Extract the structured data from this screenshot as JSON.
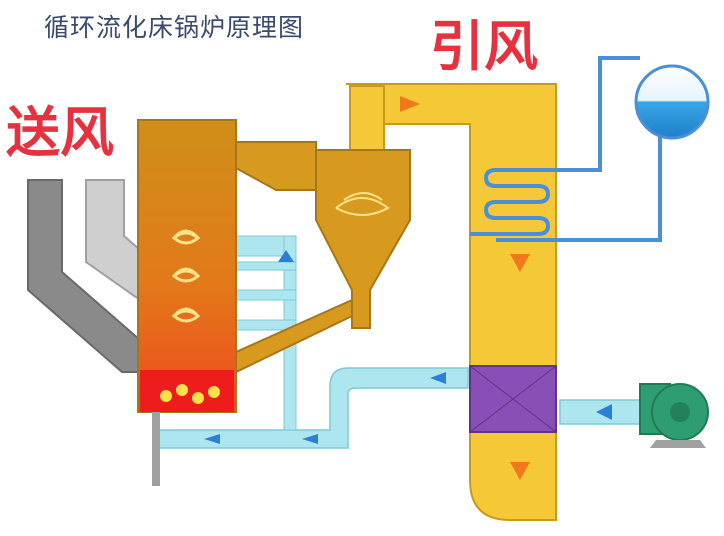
{
  "title": "循环流化床锅炉原理图",
  "labels": {
    "induced_draft": "引风",
    "forced_draft": "送风"
  },
  "colors": {
    "flue_gold": "#f4c836",
    "flue_edge": "#c99a1c",
    "furnace_top": "#cf8f18",
    "furnace_mid": "#e27a1a",
    "furnace_bottom": "#ef4a1c",
    "bed_red": "#ee1c1c",
    "air_duct": "#aee6f0",
    "water_pipe": "#4a8fd8",
    "drum_water": "#3aa6e8",
    "preheater": "#8a4fb6",
    "fan_green": "#2e9e72",
    "feed_gray": "#8a8a8a",
    "flow_arrow": "#f07a1a",
    "air_arrow": "#2a7fd8",
    "label_red": "#e8313f"
  },
  "icons": {
    "steam_drum": "drum-icon",
    "fan": "fan-icon",
    "flame": "flame-icon"
  }
}
